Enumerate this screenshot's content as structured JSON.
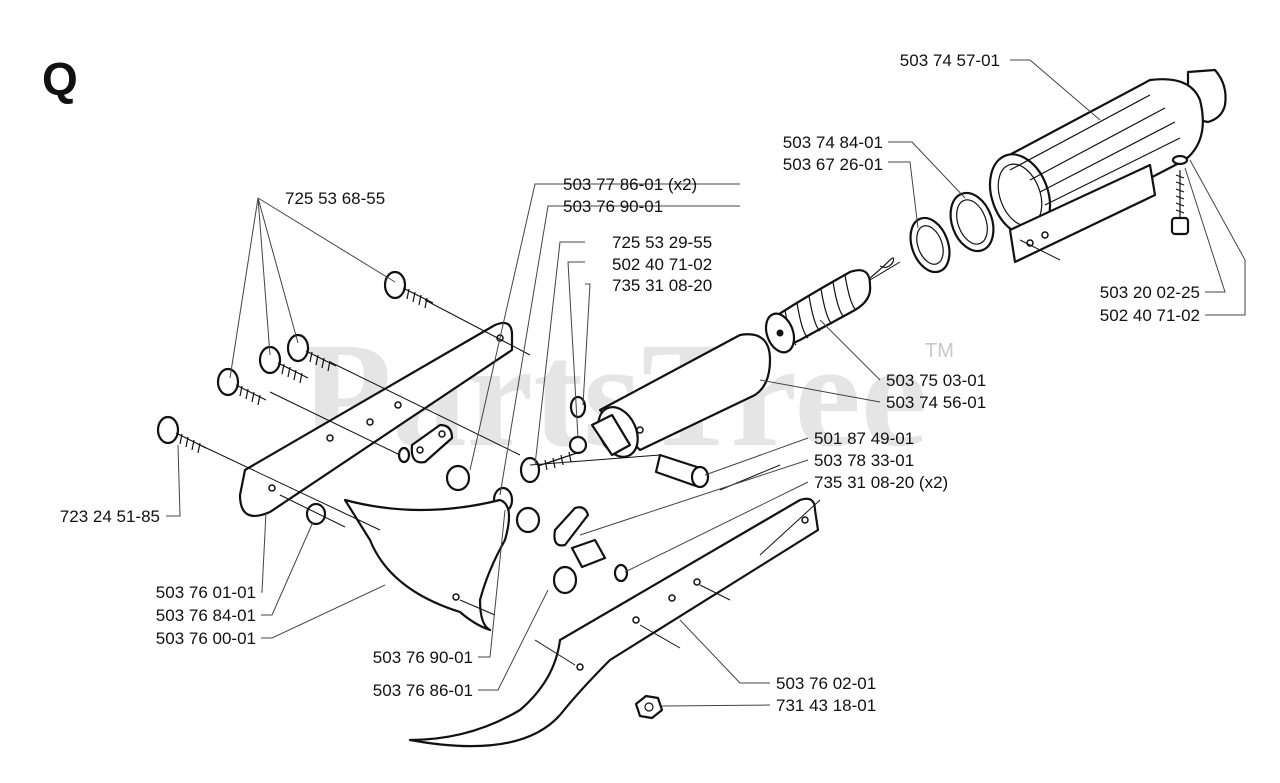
{
  "section_letter": "Q",
  "watermark": {
    "text": "PartsTree",
    "trademark": "TM"
  },
  "part_labels": {
    "p_503745701": "503 74 57-01",
    "p_503748401": "503 74 84-01",
    "p_503672601": "503 67 26-01",
    "p_503778601_x2": "503 77 86-01 (x2)",
    "p_503769001_top": "503 76 90-01",
    "p_725536855": "725 53 68-55",
    "p_725532955": "725 53 29-55",
    "p_502407102_left": "502 40 71-02",
    "p_735310820": "735 31 08-20",
    "p_503200225": "503 20 02-25",
    "p_502407102_right": "502 40 71-02",
    "p_503750301": "503 75 03-01",
    "p_503745601": "503 74 56-01",
    "p_501874901": "501 87 49-01",
    "p_503783301": "503 78 33-01",
    "p_735310820_x2": "735 31 08-20 (x2)",
    "p_723245185": "723 24 51-85",
    "p_503760101": "503 76 01-01",
    "p_503768401": "503 76 84-01",
    "p_503760001": "503 76 00-01",
    "p_503769001_bottom": "503 76 90-01",
    "p_503768601": "503 76 86-01",
    "p_503760201": "503 76 02-01",
    "p_731431801": "731 43 18-01"
  }
}
